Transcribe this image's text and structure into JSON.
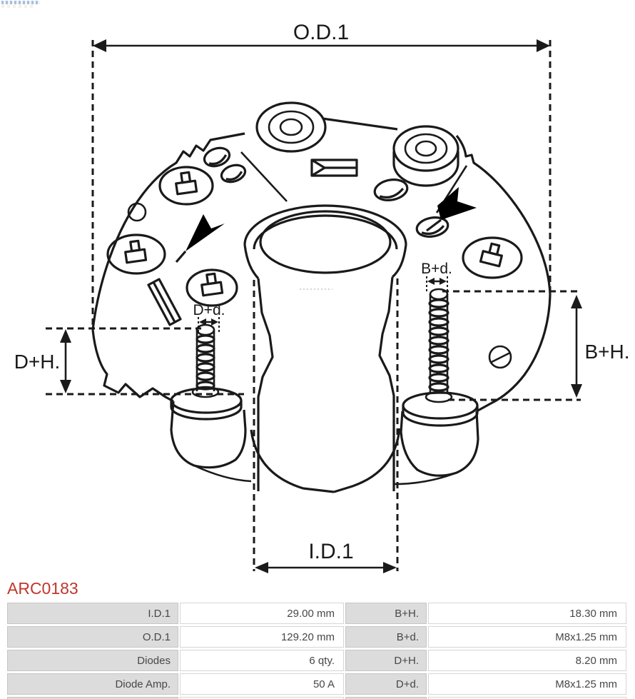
{
  "drawing": {
    "line_color": "#1a1a1a",
    "labels": {
      "od1": "O.D.1",
      "id1": "I.D.1",
      "dh": "D+H.",
      "bh": "B+H.",
      "dd": "D+d.",
      "bd": "B+d."
    }
  },
  "part_number": {
    "text": "ARC0183",
    "color": "#c0362c"
  },
  "spec_table": {
    "colors": {
      "label_bg": "#dcdcdc",
      "value_bg": "#ffffff",
      "border": "#c6c6c6",
      "text": "#474747"
    },
    "rows": [
      {
        "label1": "I.D.1",
        "value1": "29.00 mm",
        "label2": "B+H.",
        "value2": "18.30 mm"
      },
      {
        "label1": "O.D.1",
        "value1": "129.20 mm",
        "label2": "B+d.",
        "value2": "M8x1.25 mm"
      },
      {
        "label1": "Diodes",
        "value1": "6 qty.",
        "label2": "D+H.",
        "value2": "8.20 mm"
      },
      {
        "label1": "Diode Amp.",
        "value1": "50 A",
        "label2": "D+d.",
        "value2": "M8x1.25 mm"
      }
    ]
  }
}
